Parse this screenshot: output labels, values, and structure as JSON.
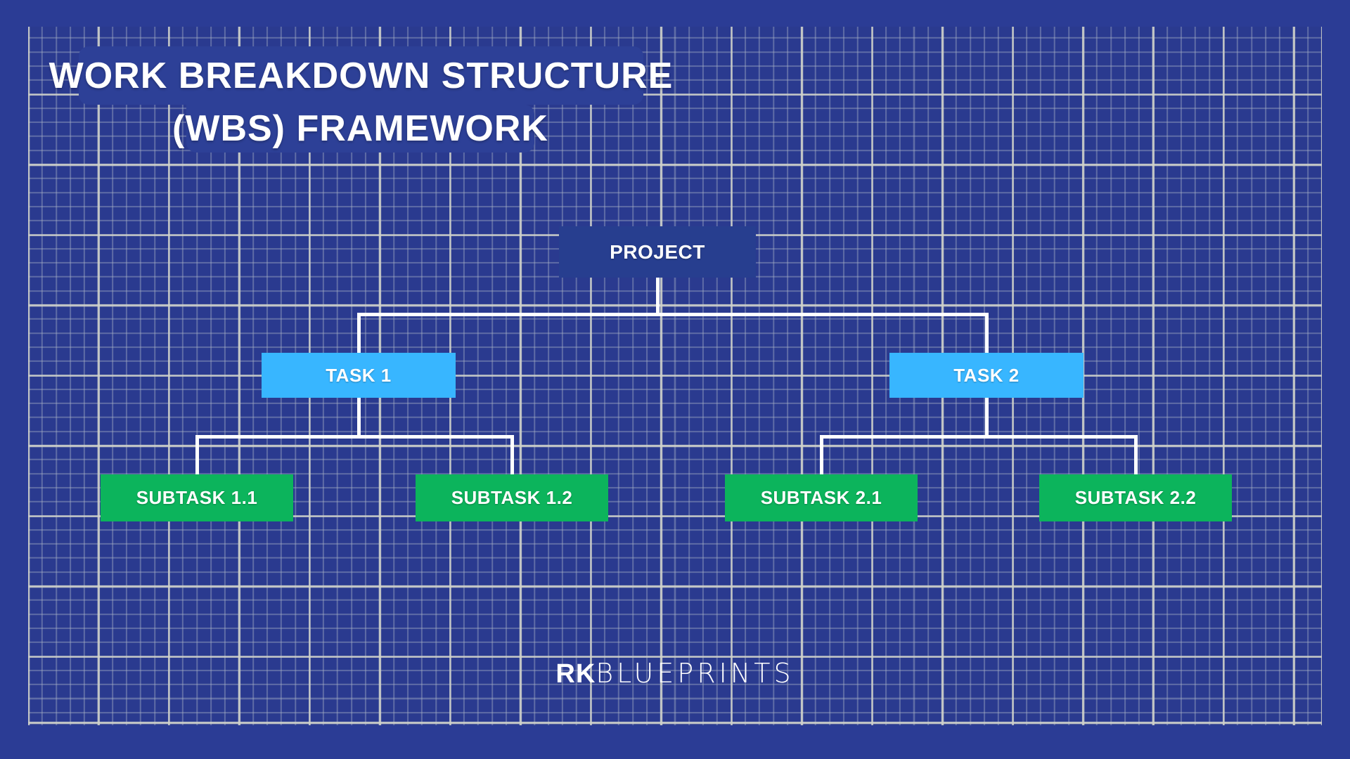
{
  "title": {
    "line1": "WORK BREAKDOWN STRUCTURE",
    "line2": "(WBS) FRAMEWORK"
  },
  "diagram": {
    "type": "tree",
    "levels": [
      "project",
      "task",
      "subtask"
    ]
  },
  "nodes": [
    {
      "id": "project",
      "label": "PROJECT",
      "level": 0,
      "parent": null
    },
    {
      "id": "task1",
      "label": "TASK 1",
      "level": 1,
      "parent": "project"
    },
    {
      "id": "task2",
      "label": "TASK 2",
      "level": 1,
      "parent": "project"
    },
    {
      "id": "subtask11",
      "label": "SUBTASK 1.1",
      "level": 2,
      "parent": "task1"
    },
    {
      "id": "subtask12",
      "label": "SUBTASK 1.2",
      "level": 2,
      "parent": "task1"
    },
    {
      "id": "subtask21",
      "label": "SUBTASK 2.1",
      "level": 2,
      "parent": "task2"
    },
    {
      "id": "subtask22",
      "label": "SUBTASK 2.2",
      "level": 2,
      "parent": "task2"
    }
  ],
  "footer": {
    "brand_bold": "RK",
    "brand_rest": "BLUEPRINTS"
  },
  "colors": {
    "background": "#2B3C95",
    "grid_fill": "#2A3A8F",
    "chip_fill": "#2D4097",
    "project_fill": "#273E8F",
    "task_fill": "#38B6FF",
    "subtask_fill": "#0CB45C",
    "connector": "#FFFFFF",
    "text": "#FFFFFF"
  }
}
